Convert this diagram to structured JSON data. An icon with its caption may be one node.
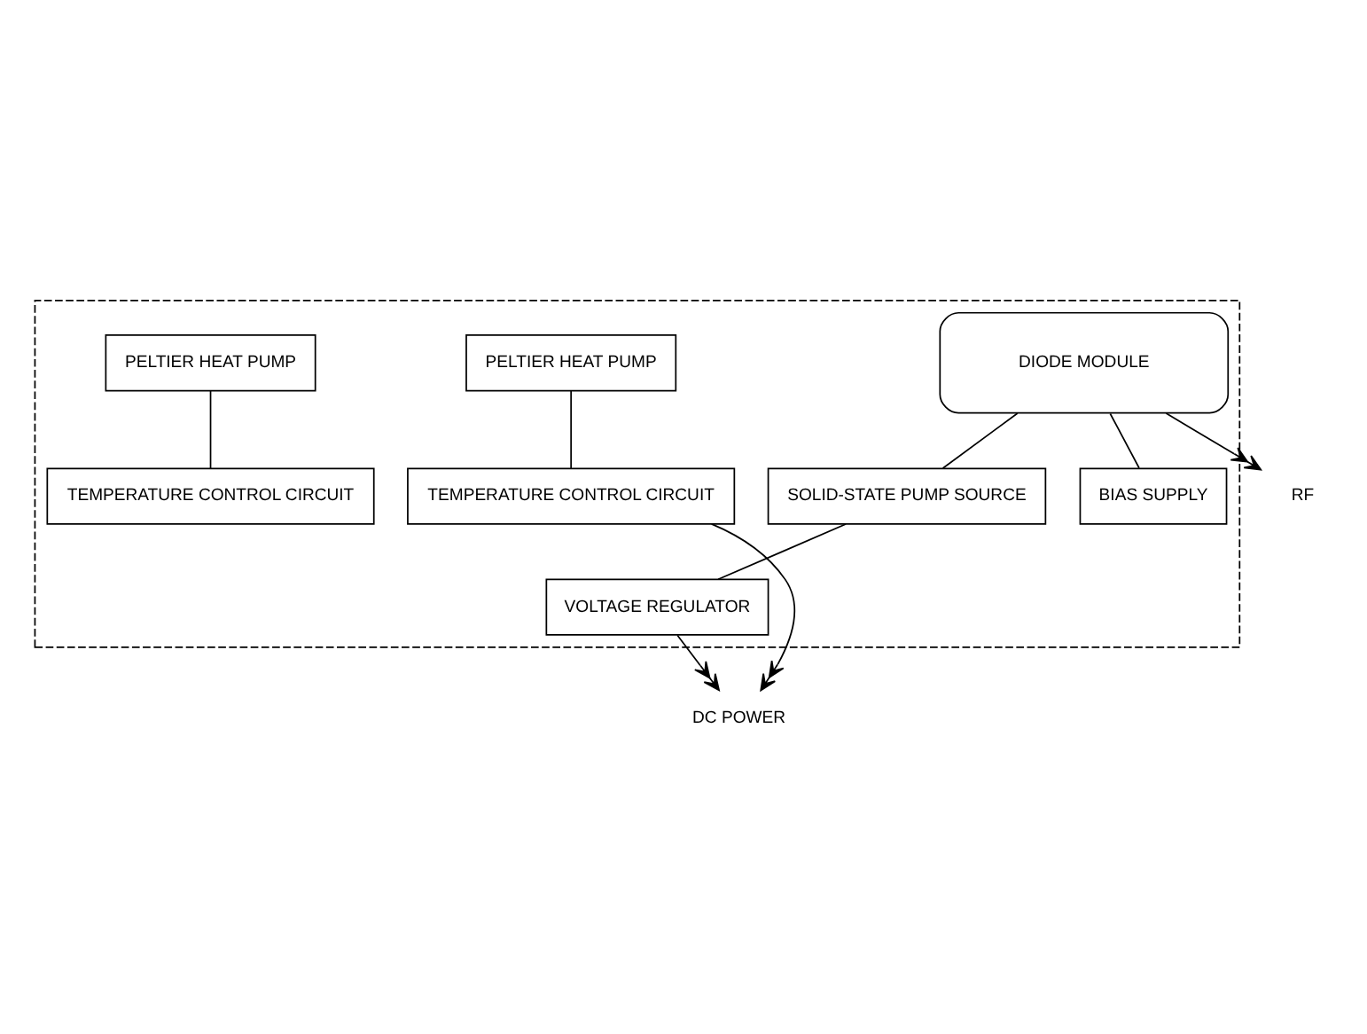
{
  "diagram": {
    "nodes": [
      {
        "text": [],
        "shape": "box"
      },
      {
        "text": [
          "DIODE MODULE"
        ],
        "in": 0
      },
      {
        "text": [
          "PELTIER HEAT PUMP"
        ],
        "in": 0
      },
      {
        "text": [
          "SOLID-STATE PUMP SOURCE"
        ],
        "in": 0
      },
      {
        "text": [
          "PELTIER HEAT PUMP"
        ],
        "in": 0
      },
      {
        "text": [
          "VOLTAGE REGULATOR"
        ],
        "in": 0
      },
      {
        "text": [
          "TEMPERATURE CONTROL CIRCUIT"
        ],
        "in": 0
      },
      {
        "text": [
          "BIAS SUPPLY"
        ],
        "in": 0
      },
      {
        "text": [
          "TEMPERATURE CONTROL CIRCUIT"
        ],
        "in": 0
      },
      {
        "text": [
          "RF"
        ]
      },
      {
        "text": [
          "DC POWER"
        ]
      }
    ],
    "edges": [
      {
        "from": 1,
        "to": 9,
        "arrow": "to"
      },
      {
        "from": 1,
        "to": 3,
        "arrow": "none"
      },
      {
        "from": 3,
        "to": 5,
        "arrow": "none"
      },
      {
        "from": 1,
        "to": 7,
        "arrow": "none"
      },
      {
        "from": 2,
        "to": 6,
        "arrow": "none"
      },
      {
        "from": 4,
        "to": 8,
        "arrow": "none"
      },
      {
        "from": 6,
        "to": 10,
        "arrow": "to"
      },
      {
        "from": 5,
        "to": 10,
        "arrow": "to"
      }
    ]
  }
}
